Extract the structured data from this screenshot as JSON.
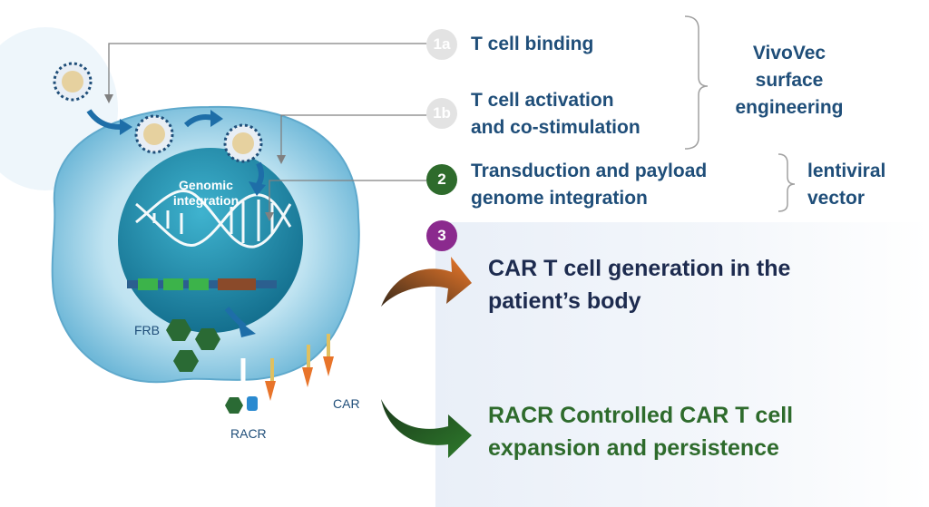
{
  "steps": [
    {
      "badge": "1a",
      "text_lines": [
        "T cell binding"
      ],
      "color": "#e3e3e3"
    },
    {
      "badge": "1b",
      "text_lines": [
        "T cell activation",
        "and co-stimulation"
      ],
      "color": "#e3e3e3"
    },
    {
      "badge": "2",
      "text_lines": [
        "Transduction and payload",
        "genome integration"
      ],
      "color": "#2e6b2c"
    },
    {
      "badge": "3",
      "text_lines": [],
      "color": "#8b2a8e"
    }
  ],
  "groups": {
    "vivovec": [
      "VivoVec",
      "surface",
      "engineering"
    ],
    "lentiviral": [
      "lentiviral",
      "vector"
    ]
  },
  "outcomes": {
    "generation": {
      "lines": [
        "CAR T cell generation in the",
        "patient’s body"
      ],
      "color": "#1d2b4f"
    },
    "racr": {
      "lines": [
        "RACR Controlled CAR T cell",
        "expansion and persistence"
      ],
      "color": "#2e6b2c"
    }
  },
  "cell_labels": {
    "genomic": [
      "Genomic",
      "integration"
    ],
    "frb": "FRB",
    "car": "CAR",
    "racr": "RACR"
  },
  "colors": {
    "title_blue": "#1f4e79",
    "cell_blue": "#8ecbe6",
    "nucleus": "#1f8aa9",
    "arrow_blue": "#1e6ea8",
    "green": "#2e6b2c",
    "orange": "#e8742a"
  }
}
